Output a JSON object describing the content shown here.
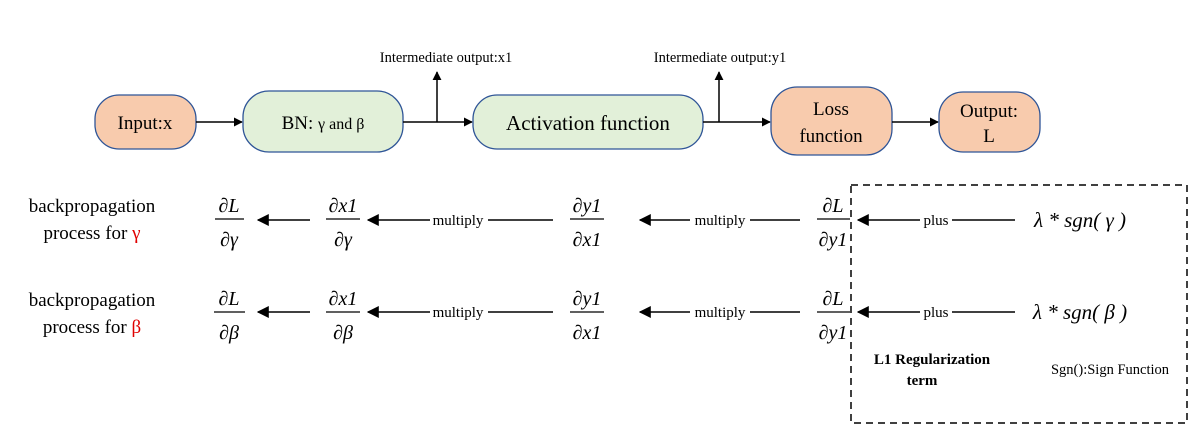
{
  "colors": {
    "node_orange": "#F8CBAD",
    "node_green": "#E2F0D9",
    "node_border": "#2F5597",
    "accent_red": "#E00000",
    "line": "#000000"
  },
  "forward": {
    "input": "Input:x",
    "bn_prefix": "BN: ",
    "bn_gamma": "γ",
    "bn_and": " and ",
    "bn_beta": "β",
    "activation": "Activation function",
    "loss_line1": "Loss",
    "loss_line2": "function",
    "output_line1": "Output:",
    "output_line2": "L",
    "intermediate_x1": "Intermediate output:x1",
    "intermediate_y1": "Intermediate output:y1"
  },
  "backward": {
    "row_label_line1": "backpropagation",
    "row_label_line2_prefix": "process for ",
    "gamma_symbol": "γ",
    "beta_symbol": "β",
    "op_multiply": "multiply",
    "op_plus": "plus",
    "d": "∂",
    "L": "L",
    "x1": "x1",
    "y1": "y1",
    "gamma": "γ",
    "beta": "β",
    "l1_gamma": "λ * sgn( γ )",
    "l1_beta": "λ * sgn( β )"
  },
  "legend": {
    "l1_line1": "L1 Regularization",
    "l1_line2": "term",
    "sgn_note": "Sgn():Sign Function"
  }
}
